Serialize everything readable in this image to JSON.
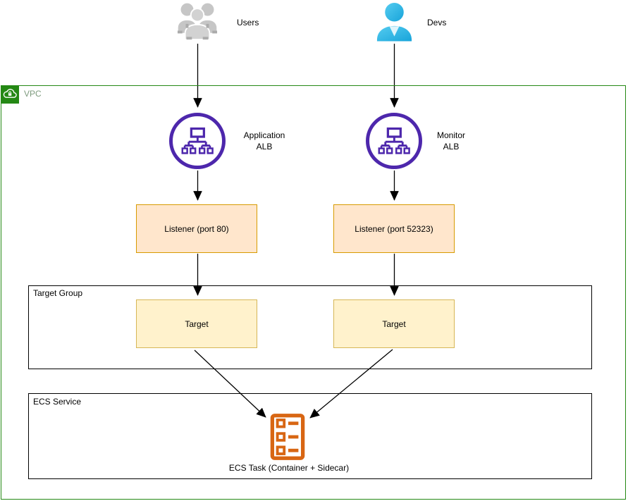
{
  "actors": {
    "users": "Users",
    "devs": "Devs"
  },
  "vpc": {
    "label": "VPC"
  },
  "alb_app": {
    "line1": "Application",
    "line2": "ALB"
  },
  "alb_monitor": {
    "line1": "Monitor",
    "line2": "ALB"
  },
  "listener_app": {
    "label": "Listener (port 80)"
  },
  "listener_monitor": {
    "label": "Listener (port 52323)"
  },
  "target_group": {
    "label": "Target Group",
    "target_app": "Target",
    "target_monitor": "Target"
  },
  "ecs": {
    "service_label": "ECS Service",
    "task_label": "ECS Task (Container + Sidecar)"
  },
  "colors": {
    "vpc_green": "#248814",
    "alb_purple": "#4D27AC",
    "listener_fill": "#FFE6CC",
    "listener_border": "#D79B00",
    "target_fill": "#FFF2CC",
    "target_border": "#D6B656",
    "ecs_orange": "#D86613",
    "devs_cyan": "#2EB9E8",
    "users_gray": "#C6C6C6",
    "arrow_black": "#000000"
  }
}
